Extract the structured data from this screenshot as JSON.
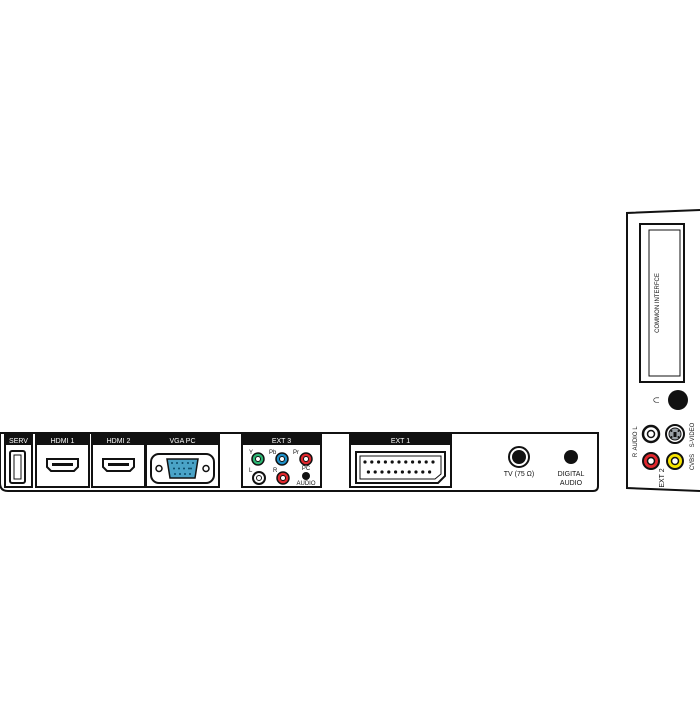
{
  "bottom_panel": {
    "serv_label": "SERV",
    "hdmi1_label": "HDMI 1",
    "hdmi2_label": "HDMI 2",
    "vga_label": "VGA PC",
    "ext3": {
      "title": "EXT 3",
      "y": "Y",
      "pb": "Pb",
      "pr": "Pr",
      "l": "L",
      "r": "R",
      "pc": "PC",
      "audio": "AUDIO"
    },
    "ext1_label": "EXT 1",
    "tv_label": "TV (75 Ω)",
    "digital_audio_line1": "DIGITAL",
    "digital_audio_line2": "AUDIO"
  },
  "side_panel": {
    "common_interface": "COMMON INTERFCE",
    "audio": "AUDIO",
    "l": "L",
    "r": "R",
    "ext2": "EXT 2",
    "svideo": "S-VIDEO",
    "cvbs": "CVBS"
  },
  "colors": {
    "line": "#111111",
    "y_green": "#2bb673",
    "pb_blue": "#1e90c8",
    "pr_red": "#e0282e",
    "audio_r_red": "#e0282e",
    "ext2_yellow": "#f6e400",
    "vga_blue": "#4aa3c7"
  }
}
